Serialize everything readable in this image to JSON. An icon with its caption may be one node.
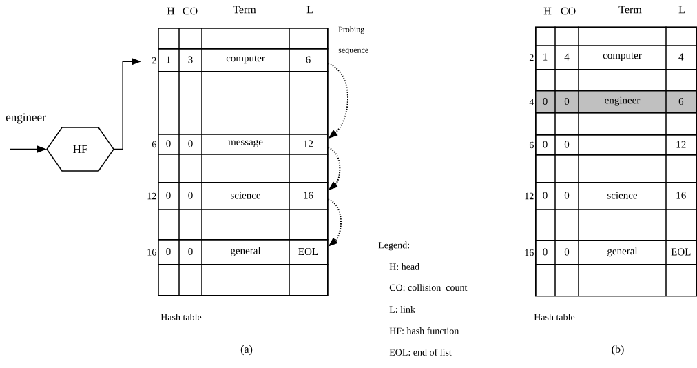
{
  "diagram": {
    "nodes": [
      {
        "text": [
          "HF"
        ]
      },
      {
        "text": [],
        "shape": "box",
        "beside": [
          "Hash table"
        ]
      },
      {
        "text": [],
        "shape": "box",
        "in": 1
      },
      {
        "text": [
          "1",
          "3",
          "computer",
          "6"
        ],
        "beside": [
          "2"
        ],
        "in": 1
      },
      {
        "text": [],
        "shape": "box",
        "in": 1
      },
      {
        "text": [
          "0",
          "0",
          "message",
          "12"
        ],
        "beside": [
          "6"
        ],
        "in": 1
      },
      {
        "text": [],
        "shape": "box",
        "in": 1
      },
      {
        "text": [
          "0",
          "0",
          "science",
          "16"
        ],
        "beside": [
          "12"
        ],
        "in": 1
      },
      {
        "text": [],
        "shape": "box",
        "in": 1
      },
      {
        "text": [
          "0",
          "0",
          "general",
          "EOL"
        ],
        "beside": [
          "16"
        ],
        "in": 1
      },
      {
        "text": [],
        "shape": "box",
        "in": 1
      },
      {
        "text": [],
        "shape": "box",
        "beside": [
          "Hash table"
        ]
      },
      {
        "text": [],
        "shape": "box",
        "in": 11
      },
      {
        "text": [
          "1",
          "4",
          "computer",
          "4"
        ],
        "beside": [
          "2"
        ],
        "in": 11
      },
      {
        "text": [],
        "shape": "box",
        "in": 11
      },
      {
        "text": [
          "0",
          "0",
          "engineer",
          "6"
        ],
        "beside": [
          "4"
        ],
        "in": 11
      },
      {
        "text": [],
        "shape": "box",
        "in": 11
      },
      {
        "text": [
          "0",
          "0",
          "12"
        ],
        "beside": [
          "6"
        ],
        "in": 11
      },
      {
        "text": [],
        "shape": "box",
        "in": 11
      },
      {
        "text": [
          "0",
          "0",
          "science",
          "16"
        ],
        "beside": [
          "12"
        ],
        "in": 11
      },
      {
        "text": [],
        "shape": "box",
        "in": 11
      },
      {
        "text": [
          "0",
          "0",
          "general",
          "EOL"
        ],
        "beside": [
          "16"
        ],
        "in": 11
      },
      {
        "text": [],
        "shape": "box",
        "in": 11
      }
    ],
    "edges": [
      {
        "from": null,
        "to": 0,
        "arrow": "to"
      },
      {
        "from": 0,
        "to": 3,
        "arrow": "to"
      },
      {
        "from": 3,
        "to": 5,
        "arrow": "to",
        "style": "dashed"
      },
      {
        "from": 5,
        "to": 7,
        "arrow": "to",
        "style": "dashed"
      },
      {
        "from": 7,
        "to": 9,
        "arrow": "to",
        "style": "dashed"
      }
    ],
    "labels": [
      "H",
      "CO",
      "Term",
      "L",
      "Probing sequence",
      "H",
      "CO",
      "Term",
      "L",
      "engineer",
      "Legend:",
      "(a)",
      "(b)"
    ],
    "legend": [
      {
        "text": "H: head"
      },
      {
        "text": "CO: collision_count"
      },
      {
        "text": "L: link"
      },
      {
        "text": "HF: hash function"
      },
      {
        "text": "EOL: end of list"
      }
    ]
  }
}
